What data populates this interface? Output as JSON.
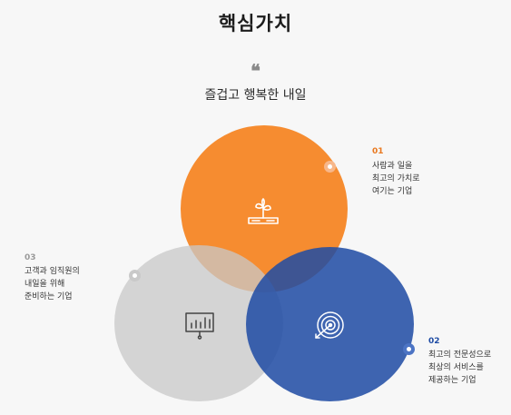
{
  "header": {
    "title": "핵심가치",
    "quote_mark": "❝",
    "subtitle": "즐겁고 행복한 내일"
  },
  "values": [
    {
      "number": "01",
      "lines": [
        "사람과 일을",
        "최고의 가치로",
        "여기는 기업"
      ],
      "icon": "book-plant-icon",
      "color": "#F5821E"
    },
    {
      "number": "02",
      "lines": [
        "최고의 전문성으로",
        "최상의 서비스를",
        "제공하는 기업"
      ],
      "icon": "target-icon",
      "color": "#1F4CA4"
    },
    {
      "number": "03",
      "lines": [
        "고객과 임직원의",
        "내일을 위해",
        "준비하는 기업"
      ],
      "icon": "presentation-chart-icon",
      "color": "#C8C8C8"
    }
  ]
}
